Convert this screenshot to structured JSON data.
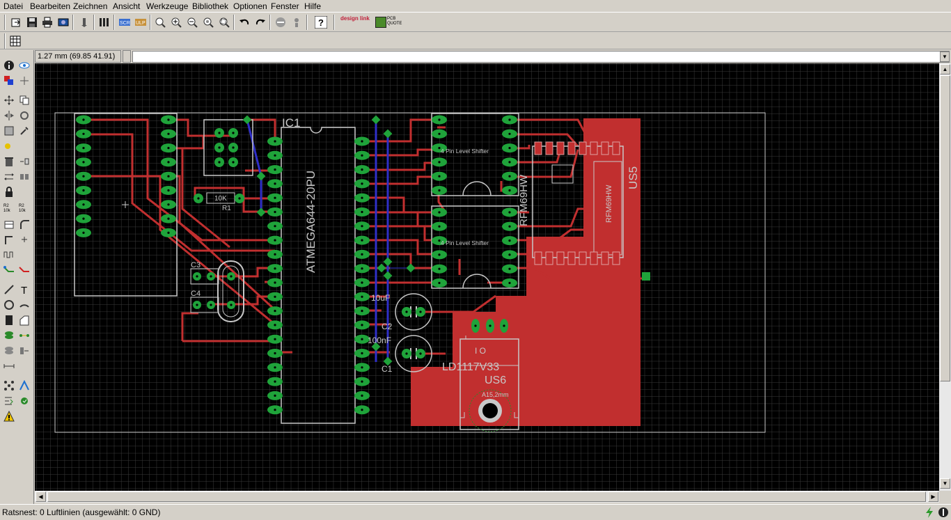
{
  "menu": [
    {
      "label": "Datei",
      "key": "D"
    },
    {
      "label": "Bearbeiten",
      "key": "B"
    },
    {
      "label": "Zeichnen",
      "key": "Z"
    },
    {
      "label": "Ansicht",
      "key": "A"
    },
    {
      "label": "Werkzeuge",
      "key": "W"
    },
    {
      "label": "Bibliothek",
      "key": "B"
    },
    {
      "label": "Optionen",
      "key": "O"
    },
    {
      "label": "Fenster",
      "key": "F"
    },
    {
      "label": "Hilfe",
      "key": "H"
    }
  ],
  "toolbar": {
    "designlink_label": "design link",
    "pcbquote_label": "PCB QUOTE"
  },
  "coord": {
    "readout": "1.27 mm (69.85 41.91)",
    "command_value": ""
  },
  "board": {
    "ic1_name": "IC1",
    "ic1_value": "ATMEGA644-20PU",
    "level_shifter_1": "4 Pin Level Shifter",
    "level_shifter_2": "4 Pin Level Shifter",
    "rfm_value_rot": "RFM69HW",
    "rfm_value": "RFM69HW",
    "us5": "US5",
    "r1_name": "R1",
    "r1_value": "10K",
    "c3": "C3",
    "c4": "C4",
    "c2": "C2",
    "c2_value": "10uF",
    "c1": "C1",
    "c1_value": "100nF",
    "ld_value": "LD1117V33",
    "us6": "US6",
    "pin_io": "I O",
    "pad_label": "A15,2mm"
  },
  "status": {
    "text": "Ratsnest: 0 Luftlinien (ausgewählt: 0 GND)"
  },
  "colors": {
    "background": "#000000",
    "grid": "#3c3c3c",
    "top_copper": "#c12f2f",
    "bottom_copper": "#2f2fc8",
    "pads": "#1fa33a",
    "silk": "#c8c8c8"
  }
}
